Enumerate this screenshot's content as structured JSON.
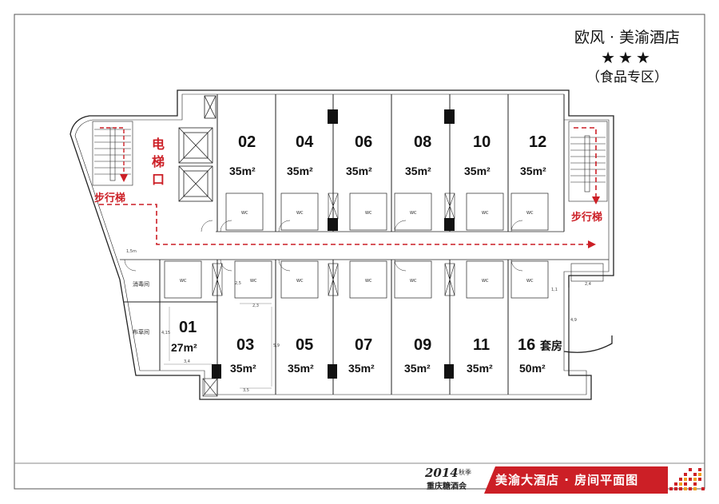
{
  "header": {
    "hotel_name": "欧风 · 美渝酒店",
    "stars": "★★★",
    "zone": "（食品专区）"
  },
  "labels": {
    "elevator": [
      "电",
      "梯",
      "口"
    ],
    "stairs_left": "步行梯",
    "stairs_right": "步行梯",
    "fire_room": "消毒间",
    "linen_room": "布草间",
    "suite": "套房",
    "wc": "WC"
  },
  "rooms_top": [
    {
      "number": "02",
      "area": "35m²"
    },
    {
      "number": "04",
      "area": "35m²"
    },
    {
      "number": "06",
      "area": "35m²"
    },
    {
      "number": "08",
      "area": "35m²"
    },
    {
      "number": "10",
      "area": "35m²"
    },
    {
      "number": "12",
      "area": "35m²"
    }
  ],
  "rooms_bottom": [
    {
      "number": "01",
      "area": "27m²"
    },
    {
      "number": "03",
      "area": "35m²"
    },
    {
      "number": "05",
      "area": "35m²"
    },
    {
      "number": "07",
      "area": "35m²"
    },
    {
      "number": "09",
      "area": "35m²"
    },
    {
      "number": "11",
      "area": "35m²"
    },
    {
      "number": "16",
      "area": "50m²"
    }
  ],
  "dimensions": [
    "1,5m",
    "2,5",
    "2,3",
    "5,9",
    "3,5",
    "4,15",
    "3,4",
    "2,4",
    "1,1",
    "4,9"
  ],
  "footer": {
    "year": "2014",
    "season": "秋季",
    "event": "重庆糖酒会",
    "banner": "美渝大酒店 · 房间平面图"
  },
  "colors": {
    "accent": "#cc1f26",
    "line": "#222222"
  }
}
